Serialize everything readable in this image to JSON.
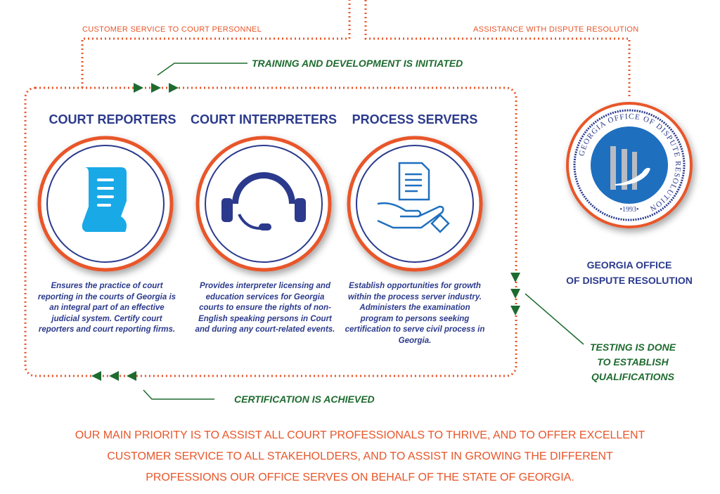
{
  "top_links": {
    "left_label": "CUSTOMER SERVICE TO COURT PERSONNEL",
    "right_label": "ASSISTANCE WITH DISPUTE RESOLUTION"
  },
  "cycle": {
    "training_label": "TRAINING AND DEVELOPMENT IS INITIATED",
    "testing_lines": [
      "TESTING IS DONE",
      "TO ESTABLISH",
      "QUALIFICATIONS"
    ],
    "certification_label": "CERTIFICATION IS ACHIEVED"
  },
  "professions": [
    {
      "title": "COURT REPORTERS",
      "icon": "scroll-document-icon",
      "description": "Ensures the practice of court reporting in the courts of Georgia is an integral part of an effective judicial system. Certify court reporters and court reporting firms."
    },
    {
      "title": "COURT INTERPRETERS",
      "icon": "headset-icon",
      "description": "Provides interpreter licensing and education services for Georgia courts to ensure the rights of non-English speaking persons in Court and during any court-related events."
    },
    {
      "title": "PROCESS SERVERS",
      "icon": "hand-document-icon",
      "description": "Establish opportunities for growth within the process server industry. Administers the examination program to persons seeking certification to serve civil process in Georgia."
    }
  ],
  "seal": {
    "ring_text": "GEORGIA OFFICE OF DISPUTE RESOLUTION",
    "year": "•1993•",
    "caption_lines": [
      "GEORGIA OFFICE",
      "OF DISPUTE RESOLUTION"
    ]
  },
  "mission_lines": [
    "OUR MAIN PRIORITY IS TO ASSIST ALL COURT PROFESSIONALS TO THRIVE, AND TO OFFER EXCELLENT",
    "CUSTOMER SERVICE TO ALL STAKEHOLDERS, AND TO ASSIST IN GROWING THE DIFFERENT",
    "PROFESSIONS OUR OFFICE SERVES ON BEHALF OF THE STATE OF GEORGIA."
  ],
  "colors": {
    "navy": "#2b3a8c",
    "orange": "#e8562a",
    "green": "#1e6b2f",
    "cyan": "#19a9e6",
    "seal_blue": "#1f6fbf"
  }
}
